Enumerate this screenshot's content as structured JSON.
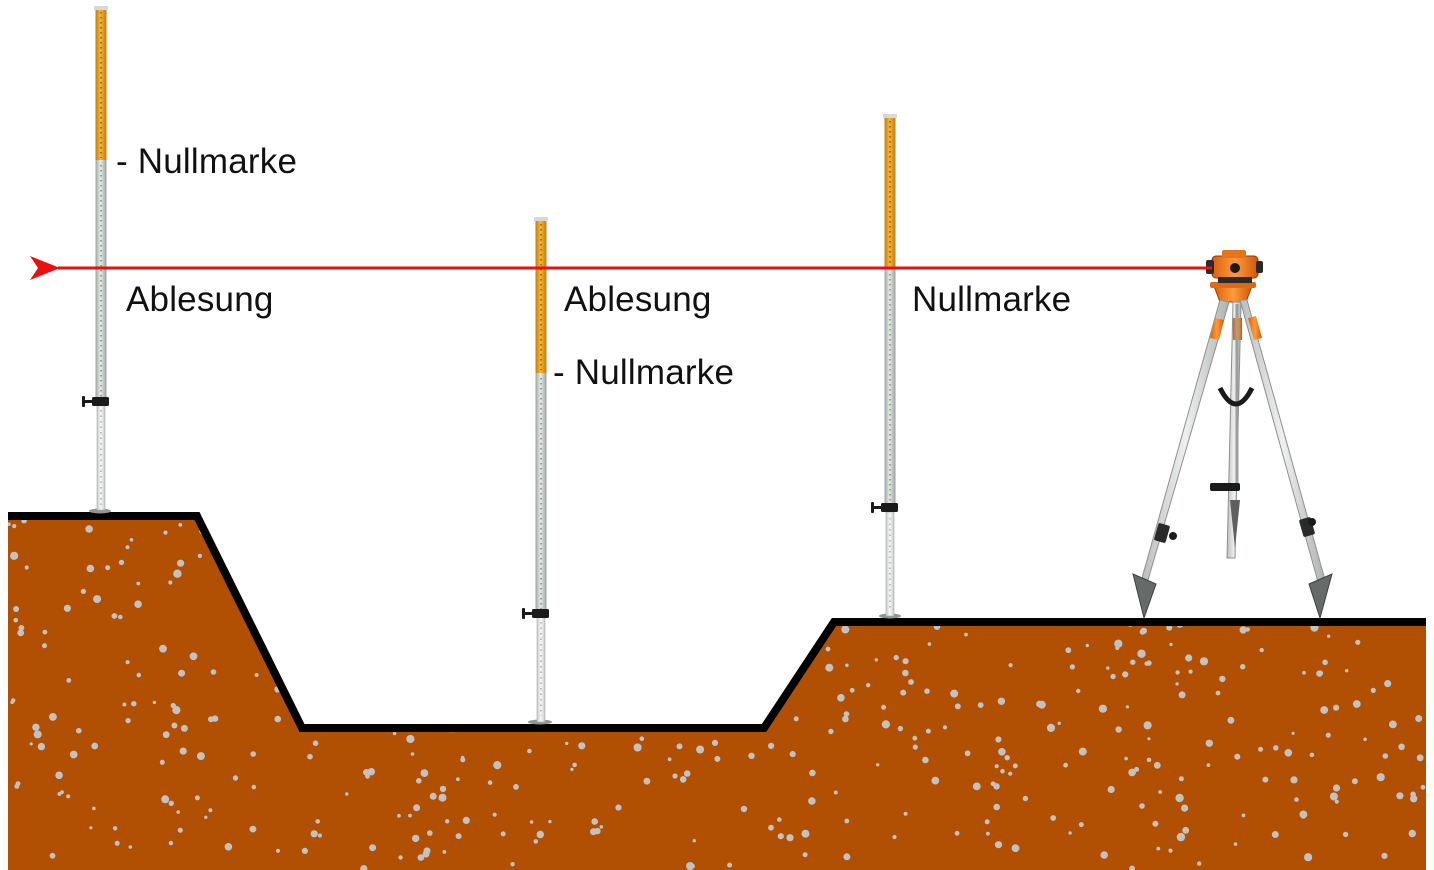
{
  "labels": {
    "staff_left_zero": "- Nullmarke",
    "staff_left_reading": "Ablesung",
    "staff_middle_reading": "Ablesung",
    "staff_middle_zero": "- Nullmarke",
    "staff_right_zero": "Nullmarke"
  },
  "icons": {
    "instrument": "optical-level-on-tripod-icon",
    "staff": "telescopic-level-staff-icon"
  },
  "colors": {
    "soil": "#b14f02",
    "ground_line": "#000000",
    "pebbles": "#c2c2c2",
    "sight_line": "#e81010",
    "staff_scale": "#e7a21f",
    "staff_metal": "#cfd3d2",
    "instrument_body": "#f07a1a"
  }
}
